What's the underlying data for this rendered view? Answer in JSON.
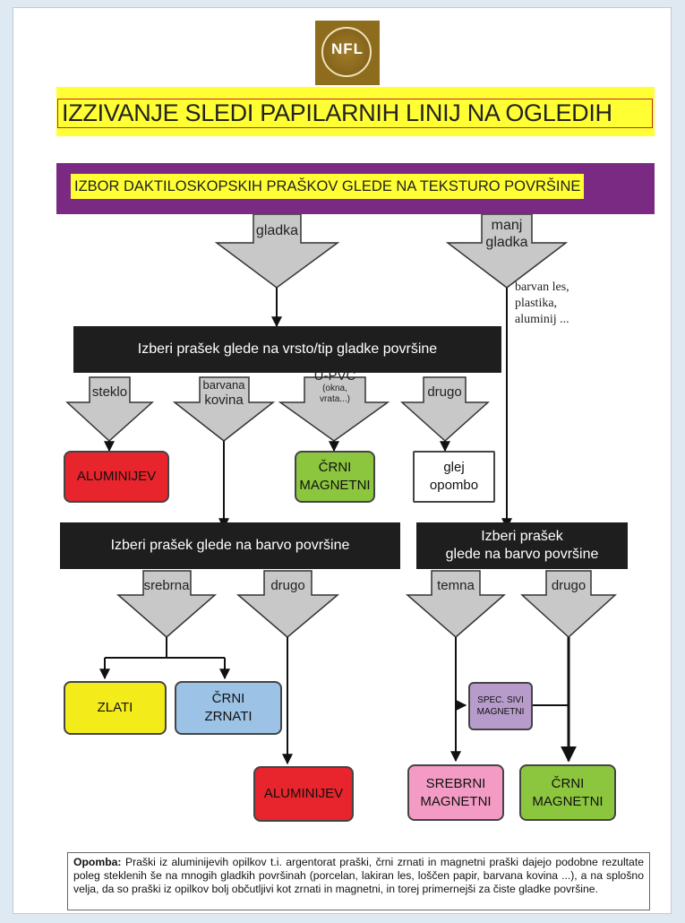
{
  "logo": {
    "text": "NFL"
  },
  "title": "IZZIVANJE SLEDI PAPILARNIH LINIJ NA OGLEDIH",
  "header_bar": "IZBOR DAKTILOSKOPSKIH PRAŠKOV GLEDE NA TEKSTURO POVRŠINE",
  "branches": {
    "smooth": "gladka",
    "less_smooth_1": "manj",
    "less_smooth_2": "gladka",
    "less_smooth_examples": [
      "barvan les,",
      "plastika,",
      "aluminij  ..."
    ]
  },
  "bar_type": "Izberi prašek glede na vrsto/tip gladke površine",
  "types": {
    "glass": "steklo",
    "painted_1": "barvana",
    "painted_2": "kovina",
    "upvc": "U-PVC",
    "upvc_sub_1": "(okna,",
    "upvc_sub_2": "vrata...)",
    "other": "drugo"
  },
  "results_row1": {
    "aluminum": "ALUMINIJEV",
    "black_magnetic_1": "ČRNI",
    "black_magnetic_2": "MAGNETNI",
    "see_note_1": "glej",
    "see_note_2": "opombo"
  },
  "bar_color_left": "Izberi  prašek glede na barvo površine",
  "bar_color_right_1": "Izberi  prašek",
  "bar_color_right_2": "glede na barvo površine",
  "colors": {
    "silver": "srebrna",
    "other_left": "drugo",
    "dark": "temna",
    "other_right": "drugo"
  },
  "results_row2": {
    "gold": "ZLATI",
    "black_granular_1": "ČRNI",
    "black_granular_2": "ZRNATI",
    "aluminum": "ALUMINIJEV",
    "spec_grey_1": "SPEC. SIVI",
    "spec_grey_2": "MAGNETNI",
    "silver_magnetic_1": "SREBRNI",
    "silver_magnetic_2": "MAGNETNI",
    "black_magnetic_1": "ČRNI",
    "black_magnetic_2": "MAGNETNI"
  },
  "note": {
    "label": "Opomba:",
    "text": " Praški iz aluminijevih opilkov t.i. argentorat praški, črni zrnati in magnetni praški dajejo podobne rezultate poleg steklenih še na mnogih gladkih površinah (porcelan, lakiran les, loščen papir, barvana kovina ...), a na splošno velja, da so praški iz opilkov bolj občutljivi kot zrnati in magnetni, in torej primernejši za čiste gladke površine."
  },
  "colors_palette": {
    "purple": "#7a2a82",
    "yellow": "#ffff33",
    "red": "#e8242c",
    "green": "#8cc63f",
    "yellow_box": "#f4ec1a",
    "light_blue": "#9cc3e6",
    "lavender": "#b79ccb",
    "pink": "#f39bc4",
    "arrow_grey": "#c8c8c8"
  }
}
